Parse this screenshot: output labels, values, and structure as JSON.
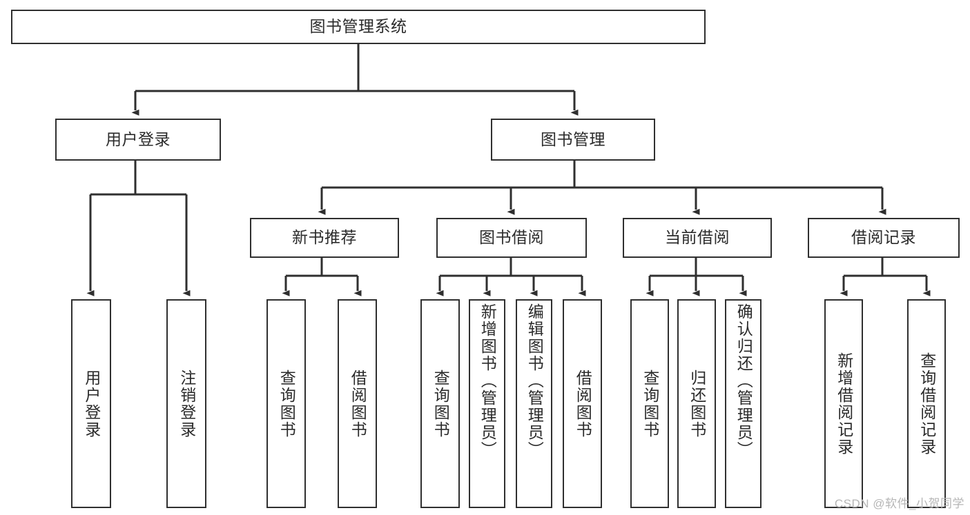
{
  "diagram": {
    "type": "tree",
    "title": "图书管理系统",
    "watermark": "CSDN @软件_小贺同学",
    "colors": {
      "border": "#2f2f2f",
      "background": "#ffffff",
      "text": "#2b2b2b",
      "watermark": "#b6b6b6"
    },
    "nodes": {
      "root": {
        "label": "图书管理系统",
        "level": 1
      },
      "user_login": {
        "label": "用户登录",
        "level": 2
      },
      "book_manage": {
        "label": "图书管理",
        "level": 2
      },
      "new_book_rec": {
        "label": "新书推荐",
        "level": 3
      },
      "book_borrow": {
        "label": "图书借阅",
        "level": 3
      },
      "current_borrow": {
        "label": "当前借阅",
        "level": 3
      },
      "borrow_record": {
        "label": "借阅记录",
        "level": 3
      },
      "leaf_user_login": {
        "label": "用户登录",
        "level": 4
      },
      "leaf_logout": {
        "label": "注销登录",
        "level": 4
      },
      "leaf_query_book_1": {
        "label": "查询图书",
        "level": 4
      },
      "leaf_borrow_book_1": {
        "label": "借阅图书",
        "level": 4
      },
      "leaf_query_book_2": {
        "label": "查询图书",
        "level": 4
      },
      "leaf_add_book": {
        "label": "新增图书（管理员）",
        "level": 4
      },
      "leaf_edit_book": {
        "label": "编辑图书（管理员）",
        "level": 4
      },
      "leaf_borrow_book_2": {
        "label": "借阅图书",
        "level": 4
      },
      "leaf_query_book_3": {
        "label": "查询图书",
        "level": 4
      },
      "leaf_return_book": {
        "label": "归还图书",
        "level": 4
      },
      "leaf_confirm_return": {
        "label": "确认归还（管理员）",
        "level": 4
      },
      "leaf_add_record": {
        "label": "新增借阅记录",
        "level": 4
      },
      "leaf_query_record": {
        "label": "查询借阅记录",
        "level": 4
      }
    },
    "edges": [
      {
        "from": "root",
        "to": "user_login"
      },
      {
        "from": "root",
        "to": "book_manage"
      },
      {
        "from": "user_login",
        "to": "leaf_user_login"
      },
      {
        "from": "user_login",
        "to": "leaf_logout"
      },
      {
        "from": "book_manage",
        "to": "new_book_rec"
      },
      {
        "from": "book_manage",
        "to": "book_borrow"
      },
      {
        "from": "book_manage",
        "to": "current_borrow"
      },
      {
        "from": "book_manage",
        "to": "borrow_record"
      },
      {
        "from": "new_book_rec",
        "to": "leaf_query_book_1"
      },
      {
        "from": "new_book_rec",
        "to": "leaf_borrow_book_1"
      },
      {
        "from": "book_borrow",
        "to": "leaf_query_book_2"
      },
      {
        "from": "book_borrow",
        "to": "leaf_add_book"
      },
      {
        "from": "book_borrow",
        "to": "leaf_edit_book"
      },
      {
        "from": "book_borrow",
        "to": "leaf_borrow_book_2"
      },
      {
        "from": "current_borrow",
        "to": "leaf_query_book_3"
      },
      {
        "from": "current_borrow",
        "to": "leaf_return_book"
      },
      {
        "from": "current_borrow",
        "to": "leaf_confirm_return"
      },
      {
        "from": "borrow_record",
        "to": "leaf_add_record"
      },
      {
        "from": "borrow_record",
        "to": "leaf_query_record"
      }
    ]
  }
}
